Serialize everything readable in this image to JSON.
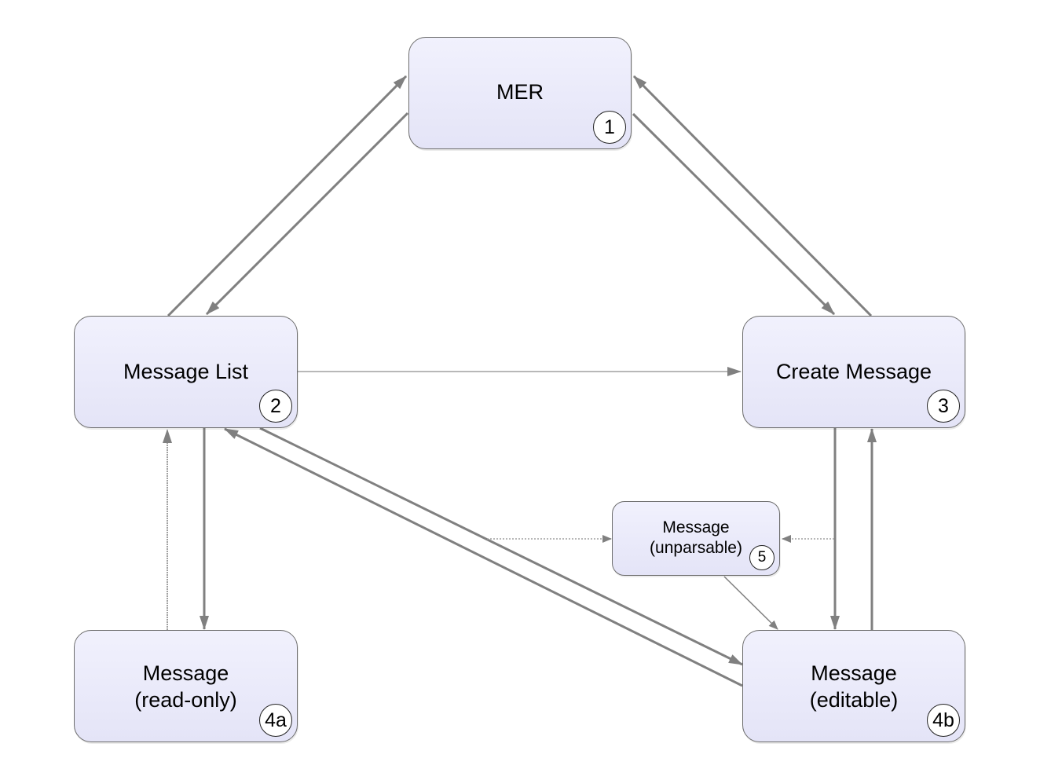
{
  "nodes": {
    "mer": {
      "label": "MER",
      "number": "1"
    },
    "message_list": {
      "label": "Message List",
      "number": "2"
    },
    "create_message": {
      "label": "Create Message",
      "number": "3"
    },
    "message_read_only": {
      "label": "Message\n(read-only)",
      "number": "4a"
    },
    "message_editable": {
      "label": "Message\n(editable)",
      "number": "4b"
    },
    "message_unparsable": {
      "label": "Message\n(unparsable)",
      "number": "5"
    }
  },
  "colors": {
    "node_fill": "#e8e8fa",
    "node_border": "#6c6c6c",
    "arrow_gray": "#808080",
    "arrow_light": "#a0a0a0"
  }
}
